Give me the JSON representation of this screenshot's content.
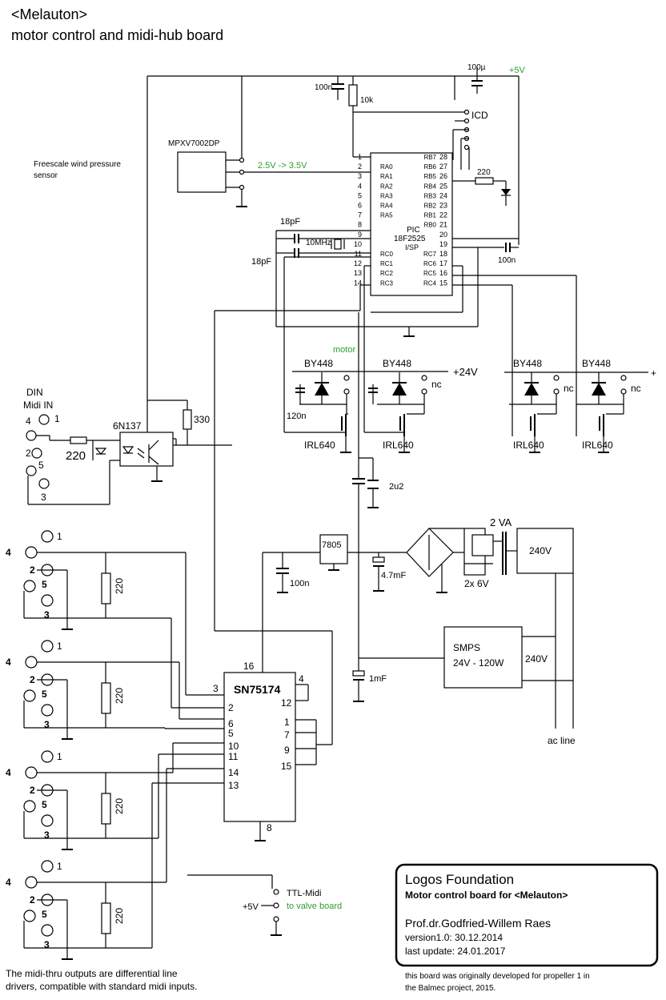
{
  "title": "<Melauton>",
  "subtitle": "motor control and midi-hub board",
  "sensor": {
    "name": "MPXV7002DP",
    "label": "Freescale wind pressure sensor",
    "voltage": "2.5V -> 3.5V"
  },
  "supply": {
    "plus5v": "+5V",
    "plus24v": "+24V",
    "plus": "+",
    "ac_line": "ac line"
  },
  "caps": {
    "c100u": "100µ",
    "c100n_a": "100n",
    "c100n_b": "100n",
    "c100n_c": "100n",
    "c18pf_a": "18pF",
    "c18pf_b": "18pF",
    "c120n": "120n",
    "c2u2": "2u2",
    "c4m7": "4.7mF",
    "c1m": "1mF"
  },
  "resistors": {
    "r10k": "10k",
    "r220_led": "220",
    "r330": "330",
    "r220_in": "220",
    "r220_a": "220",
    "r220_b": "220",
    "r220_c": "220",
    "r220_d": "220"
  },
  "crystal": "10MHz",
  "icd": "ICD",
  "pic": {
    "name": "PIC",
    "part": "18F2525",
    "pkg": "I/SP",
    "left_pins": [
      {
        "n": "1",
        "l": ""
      },
      {
        "n": "2",
        "l": "RA0"
      },
      {
        "n": "3",
        "l": "RA1"
      },
      {
        "n": "4",
        "l": "RA2"
      },
      {
        "n": "5",
        "l": "RA3"
      },
      {
        "n": "6",
        "l": "RA4"
      },
      {
        "n": "7",
        "l": "RA5"
      },
      {
        "n": "8",
        "l": ""
      },
      {
        "n": "9",
        "l": ""
      },
      {
        "n": "10",
        "l": ""
      },
      {
        "n": "11",
        "l": "RC0"
      },
      {
        "n": "12",
        "l": "RC1"
      },
      {
        "n": "13",
        "l": "RC2"
      },
      {
        "n": "14",
        "l": "RC3"
      }
    ],
    "right_pins": [
      {
        "n": "28",
        "l": "RB7"
      },
      {
        "n": "27",
        "l": "RB6"
      },
      {
        "n": "26",
        "l": "RB5"
      },
      {
        "n": "25",
        "l": "RB4"
      },
      {
        "n": "24",
        "l": "RB3"
      },
      {
        "n": "23",
        "l": "RB2"
      },
      {
        "n": "22",
        "l": "RB1"
      },
      {
        "n": "21",
        "l": "RB0"
      },
      {
        "n": "20",
        "l": ""
      },
      {
        "n": "19",
        "l": ""
      },
      {
        "n": "18",
        "l": "RC7"
      },
      {
        "n": "17",
        "l": "RC6"
      },
      {
        "n": "16",
        "l": "RC5"
      },
      {
        "n": "15",
        "l": "RC4"
      }
    ]
  },
  "motor_label": "motor",
  "diodes": [
    "BY448",
    "BY448",
    "BY448",
    "BY448"
  ],
  "mosfets": [
    "IRL640",
    "IRL640",
    "IRL640",
    "IRL640"
  ],
  "nc": [
    "nc",
    "nc",
    "nc"
  ],
  "din": {
    "title": "DIN",
    "subtitle": "Midi IN"
  },
  "opto": "6N137",
  "pins": {
    "p1": "1",
    "p2": "2",
    "p3": "3",
    "p4": "4",
    "p5": "5"
  },
  "regulator": "7805",
  "transformer": {
    "va": "2 VA",
    "secondary": "2x 6V",
    "primary": "240V"
  },
  "smps": {
    "name": "SMPS",
    "rating": "24V - 120W",
    "input": "240V"
  },
  "driver": {
    "name": "SN75174",
    "top": "16",
    "bottom": "8",
    "left_pins": [
      "3",
      "2",
      "6",
      "5",
      "10",
      "11",
      "14",
      "13"
    ],
    "right_pins": [
      "4",
      "12",
      "1",
      "7",
      "9",
      "15"
    ]
  },
  "ttl": {
    "label": "TTL-Midi",
    "sub": "to valve board",
    "v": "+5V"
  },
  "logos": {
    "org": "Logos Foundation",
    "title": "Motor control board for <Melauton>",
    "author": "Prof.dr.Godfried-Willem Raes",
    "version": "version1.0: 30.12.2014",
    "update": "last update:  24.01.2017"
  },
  "note_left": [
    "The midi-thru outputs are differential line",
    "drivers, compatible with standard midi inputs."
  ],
  "note_right": [
    "this board was originally developed for propeller 1 in",
    "the Balmec project, 2015."
  ]
}
